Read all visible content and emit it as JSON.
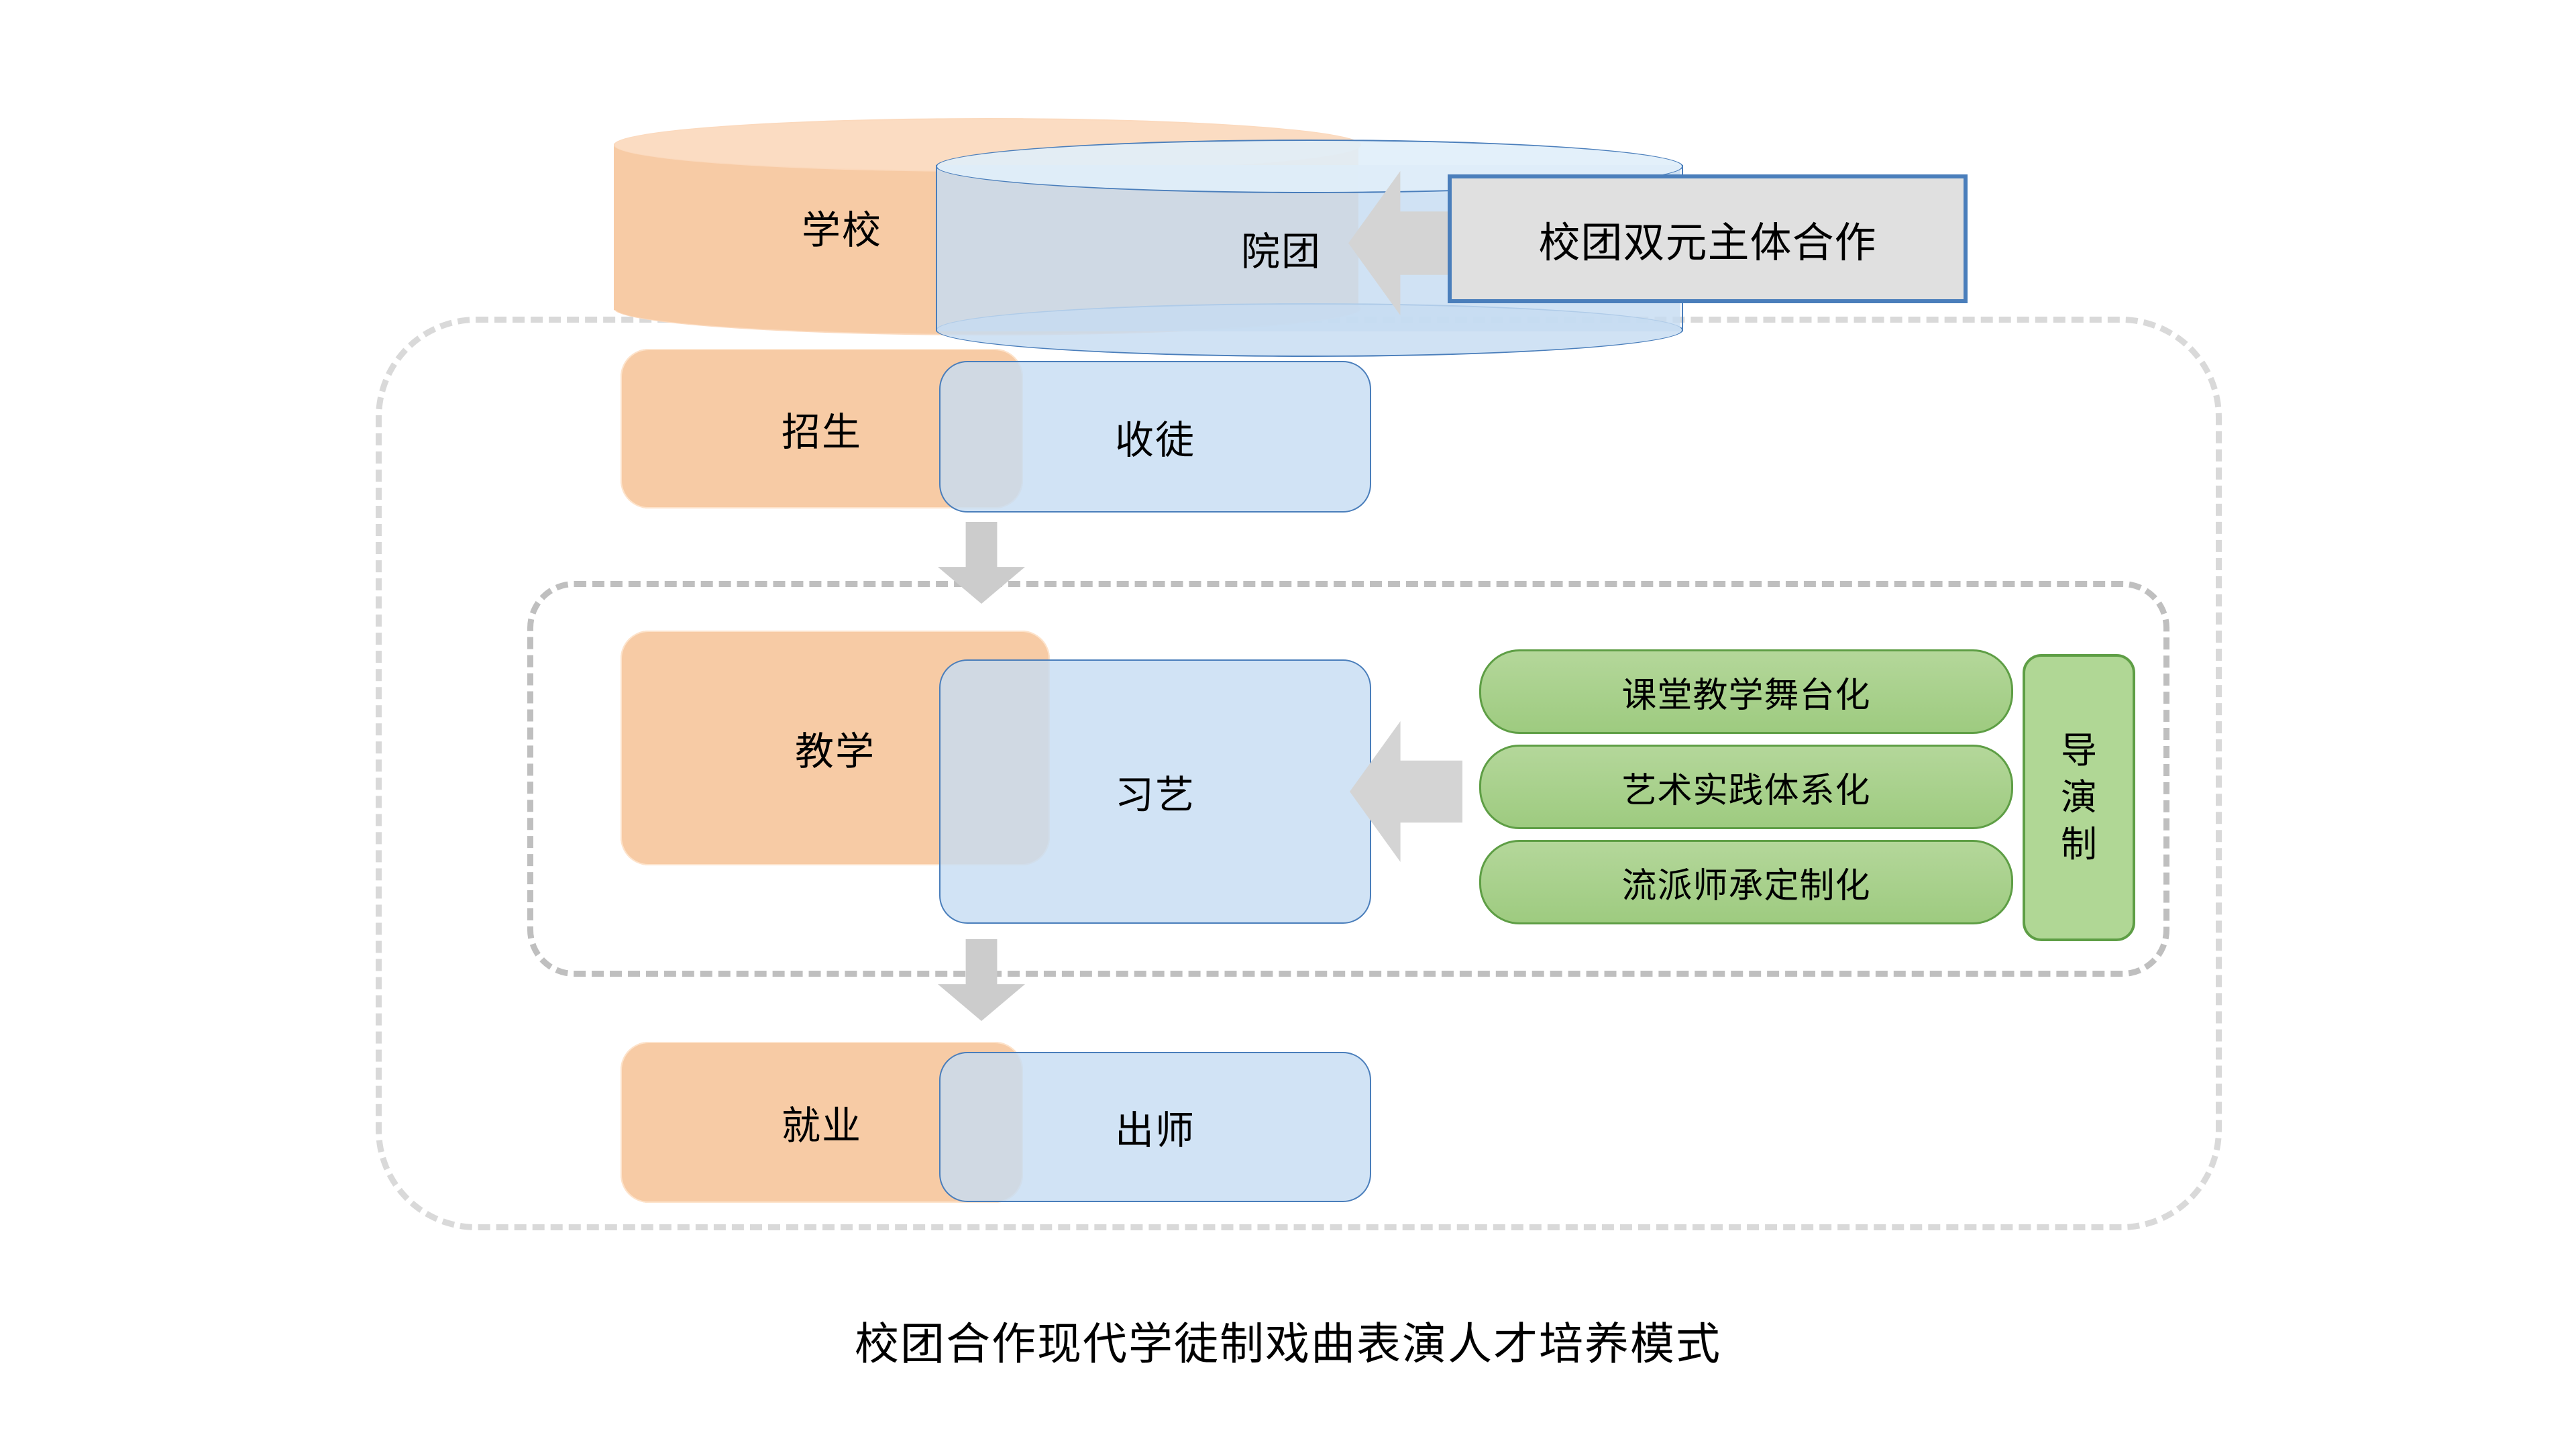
{
  "diagram": {
    "caption": "校团合作现代学徒制戏曲表演人才培养模式",
    "callout": {
      "label": "校团双元主体合作"
    },
    "rows": [
      {
        "id": "partnership",
        "school_label": "学校",
        "troupe_label": "院团",
        "shape": "cylinder"
      },
      {
        "id": "enrollment",
        "school_label": "招生",
        "troupe_label": "收徒",
        "shape": "rounded-rect"
      },
      {
        "id": "teaching",
        "school_label": "教学",
        "troupe_label": "习艺",
        "shape": "rounded-rect"
      },
      {
        "id": "employment",
        "school_label": "就业",
        "troupe_label": "出师",
        "shape": "rounded-rect"
      }
    ],
    "features": [
      {
        "label": "课堂教学舞台化"
      },
      {
        "label": "艺术实践体系化"
      },
      {
        "label": "流派师承定制化"
      }
    ],
    "vertical_box": {
      "chars": [
        "导",
        "演",
        "制"
      ],
      "label": "导演制"
    },
    "colors": {
      "school_orange": "#f7cba5",
      "troupe_blue": "#c6dcf2",
      "troupe_blue_border": "#4a7ebb",
      "feature_green": "#9ecb80",
      "feature_green_border": "#5e9e45",
      "callout_fill": "#e0e0e0",
      "arrow_gray": "#cccccc",
      "dashed_outer": "#d9d9d9",
      "dashed_inner": "#bfbfbf",
      "background": "#ffffff"
    }
  }
}
